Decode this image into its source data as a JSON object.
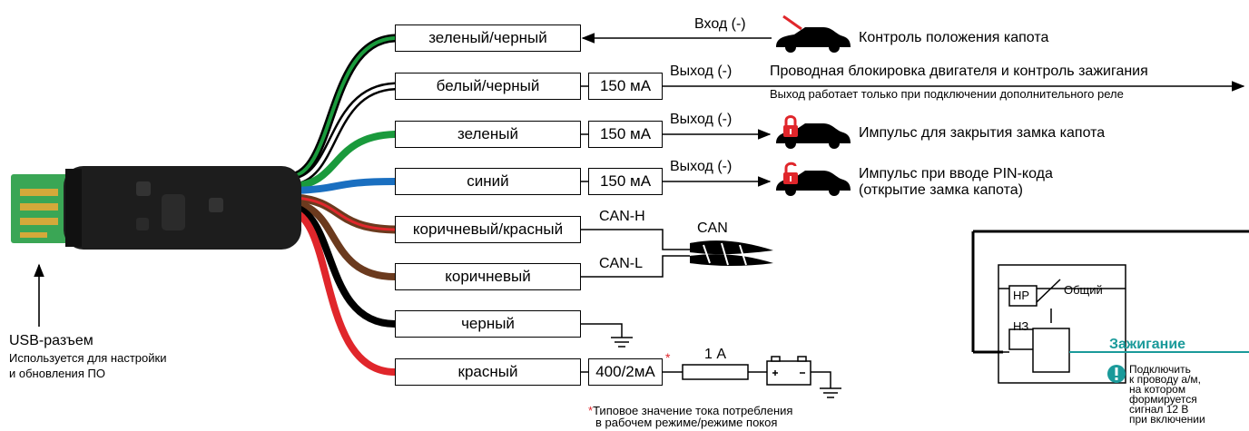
{
  "usb": {
    "title": "USB-разъем",
    "desc_line1": "Используется для настройки",
    "desc_line2": "и обновления ПО"
  },
  "wires": [
    {
      "label": "зеленый/черный",
      "current": "",
      "direction": "Вход (-)",
      "function": "Контроль положения капота",
      "colors": [
        "#1a9a3c",
        "#000000"
      ]
    },
    {
      "label": "белый/черный",
      "current": "150 мА",
      "direction": "Выход (-)",
      "function": "Проводная блокировка двигателя и контроль зажигания",
      "note": "Выход работает только при подключении дополнительного реле",
      "colors": [
        "#ffffff",
        "#000000"
      ]
    },
    {
      "label": "зеленый",
      "current": "150 мА",
      "direction": "Выход (-)",
      "function": "Импульс для закрытия замка капота",
      "colors": [
        "#1a9a3c"
      ]
    },
    {
      "label": "синий",
      "current": "150 мА",
      "direction": "Выход (-)",
      "function_line1": "Импульс при вводе PIN-кода",
      "function_line2": "(открытие замка капота)",
      "colors": [
        "#1a6fc0"
      ]
    },
    {
      "label": "коричневый/красный",
      "bus": "CAN-H",
      "colors": [
        "#6b3a1e",
        "#e0262b"
      ]
    },
    {
      "label": "коричневый",
      "bus": "CAN-L",
      "colors": [
        "#6b3a1e"
      ]
    },
    {
      "label": "черный",
      "colors": [
        "#000000"
      ]
    },
    {
      "label": "красный",
      "current": "400/2мА",
      "fuse": "1 А",
      "colors": [
        "#e0262b"
      ]
    }
  ],
  "can_label": "CAN",
  "footnote": {
    "star": "*",
    "line1": "Типовое значение тока потребления",
    "line2": "в рабочем режиме/режиме покоя"
  },
  "relay": {
    "no": "НР",
    "nc": "НЗ",
    "common": "Общий",
    "title": "Зажигание",
    "note_line1": "Подключить",
    "note_line2": "к проводу а/м,",
    "note_line3": "на котором",
    "note_line4": "формируется",
    "note_line5": "сигнал 12 В",
    "note_line6": "при включении"
  },
  "colors": {
    "accent": "#1a9a9a",
    "red": "#e0262b",
    "green": "#1a9a3c",
    "blue": "#1a6fc0",
    "brown": "#6b3a1e"
  }
}
